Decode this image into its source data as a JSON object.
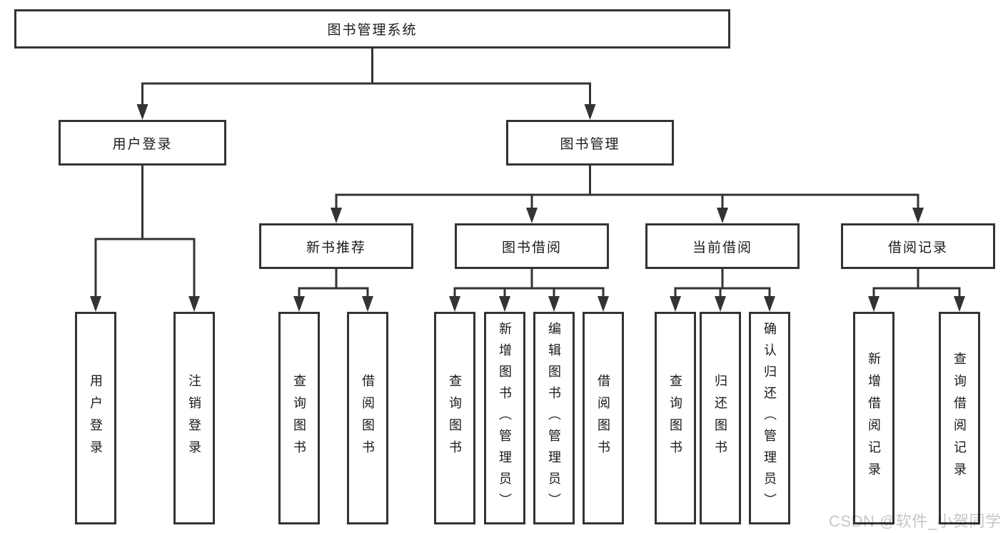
{
  "diagram": {
    "root": {
      "label": "图书管理系统"
    },
    "level2": [
      {
        "label": "用户登录"
      },
      {
        "label": "图书管理"
      }
    ],
    "level3": [
      {
        "label": "新书推荐",
        "parent": "图书管理"
      },
      {
        "label": "图书借阅",
        "parent": "图书管理"
      },
      {
        "label": "当前借阅",
        "parent": "图书管理"
      },
      {
        "label": "借阅记录",
        "parent": "图书管理"
      }
    ],
    "leaves": [
      {
        "label": "用户登录",
        "parent": "用户登录"
      },
      {
        "label": "注销登录",
        "parent": "用户登录"
      },
      {
        "label": "查询图书",
        "parent": "新书推荐"
      },
      {
        "label": "借阅图书",
        "parent": "新书推荐"
      },
      {
        "label": "查询图书",
        "parent": "图书借阅"
      },
      {
        "label": "新增图书（管理员）",
        "parent": "图书借阅"
      },
      {
        "label": "编辑图书（管理员）",
        "parent": "图书借阅"
      },
      {
        "label": "借阅图书",
        "parent": "图书借阅"
      },
      {
        "label": "查询图书",
        "parent": "当前借阅"
      },
      {
        "label": "归还图书",
        "parent": "当前借阅"
      },
      {
        "label": "确认归还（管理员）",
        "parent": "当前借阅"
      },
      {
        "label": "新增借阅记录",
        "parent": "借阅记录"
      },
      {
        "label": "查询借阅记录",
        "parent": "借阅记录"
      }
    ],
    "colors": {
      "border": "#333333",
      "text": "#1a1a1a",
      "background": "#ffffff"
    }
  },
  "watermark": {
    "text": "CSDN @软件_小贺同学",
    "color": "#c6c6c6"
  }
}
